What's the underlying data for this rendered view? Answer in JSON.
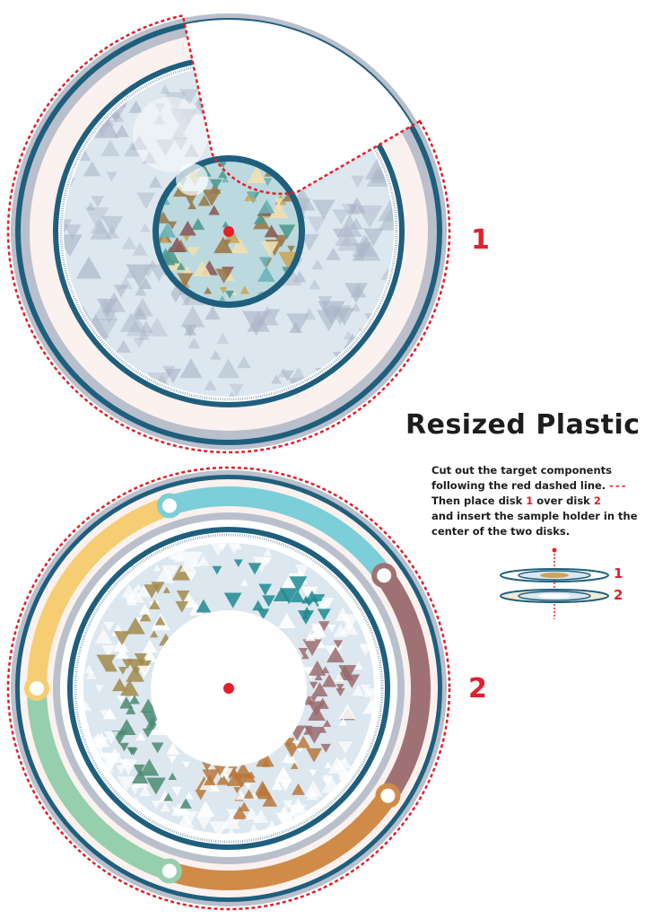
{
  "title": "Resized Plastic",
  "instructions": {
    "line1": "Cut out the target components",
    "line2": "following the red dashed line.",
    "dash": "---",
    "line3a": "Then place disk ",
    "disk1": "1",
    "line3b": " over disk ",
    "disk2": "2",
    "line4": "and insert the sample holder in the",
    "line5": "center of the two disks."
  },
  "labels": {
    "disk1": "1",
    "disk2": "2"
  },
  "colors": {
    "cut_line": "#e2202a",
    "ring_dark": "#1f5f7e",
    "ring_grey": "#b9c0cc",
    "inner_fill": "#dce7ef",
    "segments": [
      "#7ccfd9",
      "#a07174",
      "#d08b49",
      "#96cfae",
      "#f6cd72"
    ]
  }
}
